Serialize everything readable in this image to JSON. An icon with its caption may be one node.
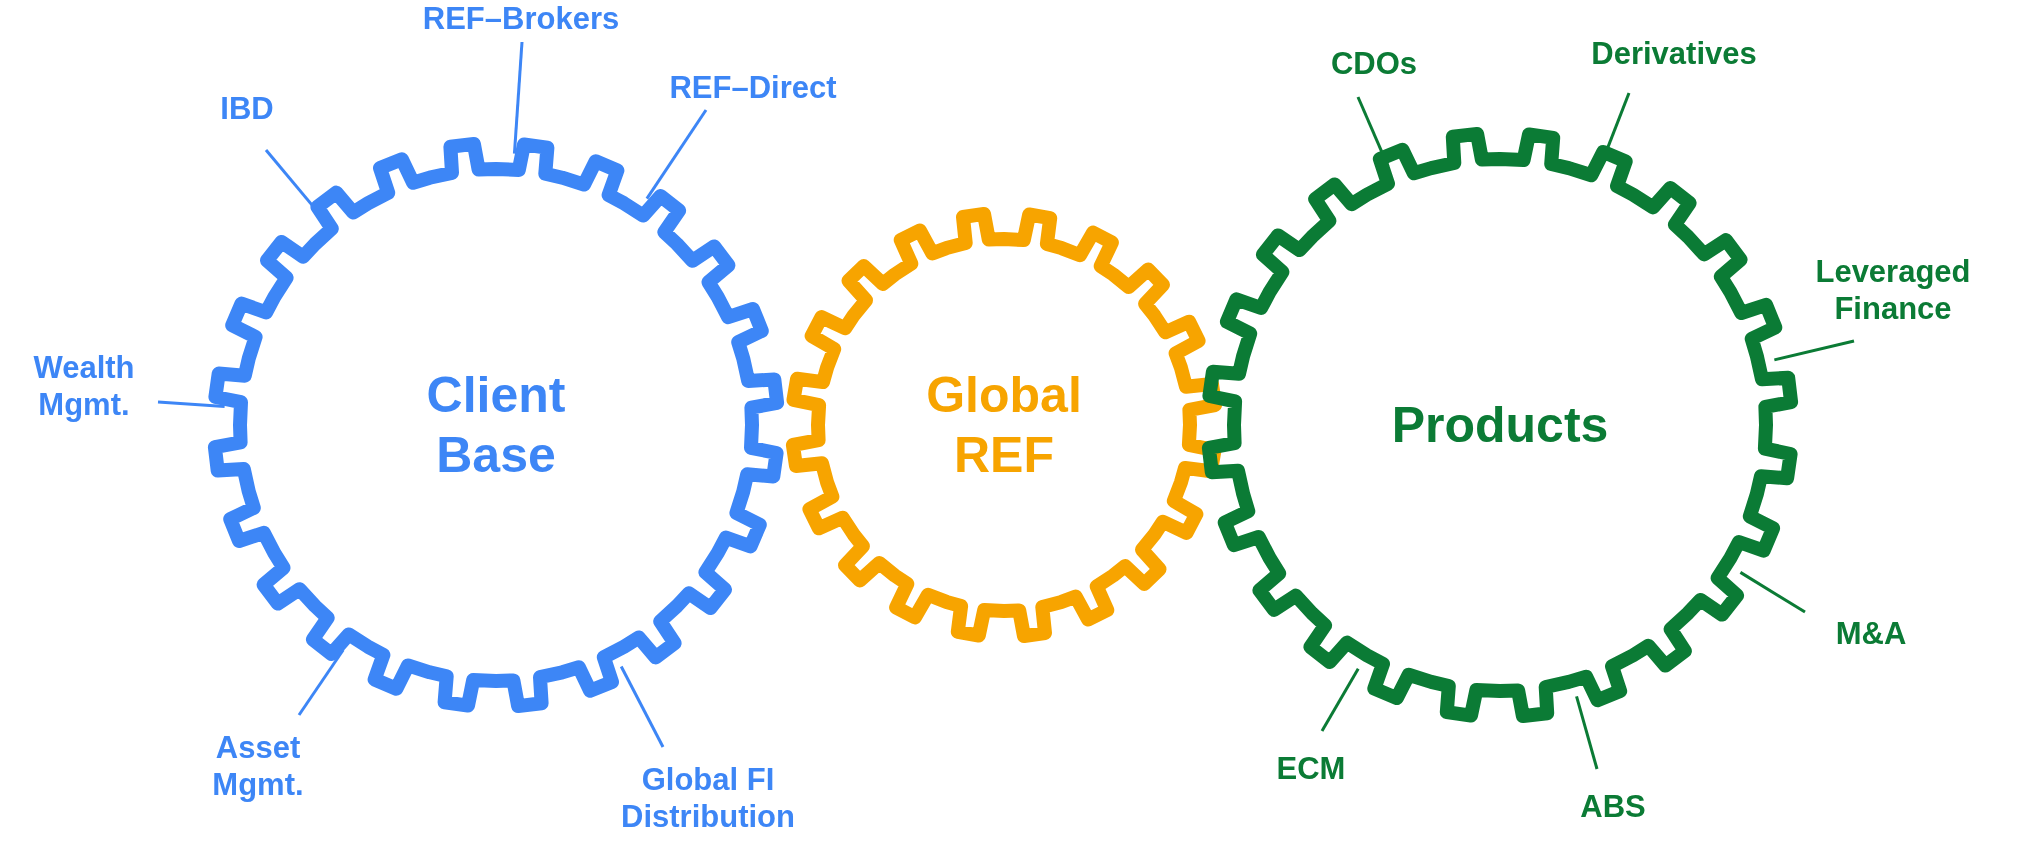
{
  "diagram": {
    "nodes": [
      {
        "text": [
          "Client Base"
        ]
      },
      {
        "text": [
          "Global REF"
        ]
      },
      {
        "text": [
          "Products"
        ]
      },
      {
        "text": [
          "REF–Brokers"
        ]
      },
      {
        "text": [
          "IBD"
        ]
      },
      {
        "text": [
          "REF–Direct"
        ]
      },
      {
        "text": [
          "Wealth Mgmt."
        ]
      },
      {
        "text": [
          "Asset Mgmt."
        ]
      },
      {
        "text": [
          "Global FI Distribution"
        ]
      },
      {
        "text": [
          "CDOs"
        ]
      },
      {
        "text": [
          "Derivatives"
        ]
      },
      {
        "text": [
          "Leveraged Finance"
        ]
      },
      {
        "text": [
          "M&A"
        ]
      },
      {
        "text": [
          "ECM"
        ]
      },
      {
        "text": [
          "ABS"
        ]
      }
    ],
    "edges": [
      {
        "from": 3,
        "to": 0,
        "arrow": "none",
        "color": "#3d86f6"
      },
      {
        "from": 4,
        "to": 0,
        "arrow": "none",
        "color": "#3d86f6"
      },
      {
        "from": 5,
        "to": 0,
        "arrow": "none",
        "color": "#3d86f6"
      },
      {
        "from": 6,
        "to": 0,
        "arrow": "none",
        "color": "#3d86f6"
      },
      {
        "from": 7,
        "to": 0,
        "arrow": "none",
        "color": "#3d86f6"
      },
      {
        "from": 8,
        "to": 0,
        "arrow": "none",
        "color": "#3d86f6"
      },
      {
        "from": 9,
        "to": 2,
        "arrow": "none",
        "color": "#0b7b35"
      },
      {
        "from": 10,
        "to": 2,
        "arrow": "none",
        "color": "#0b7b35"
      },
      {
        "from": 11,
        "to": 2,
        "arrow": "none",
        "color": "#0b7b35"
      },
      {
        "from": 12,
        "to": 2,
        "arrow": "none",
        "color": "#0b7b35"
      },
      {
        "from": 13,
        "to": 2,
        "arrow": "none",
        "color": "#0b7b35"
      },
      {
        "from": 14,
        "to": 2,
        "arrow": "none",
        "color": "#0b7b35"
      }
    ]
  }
}
